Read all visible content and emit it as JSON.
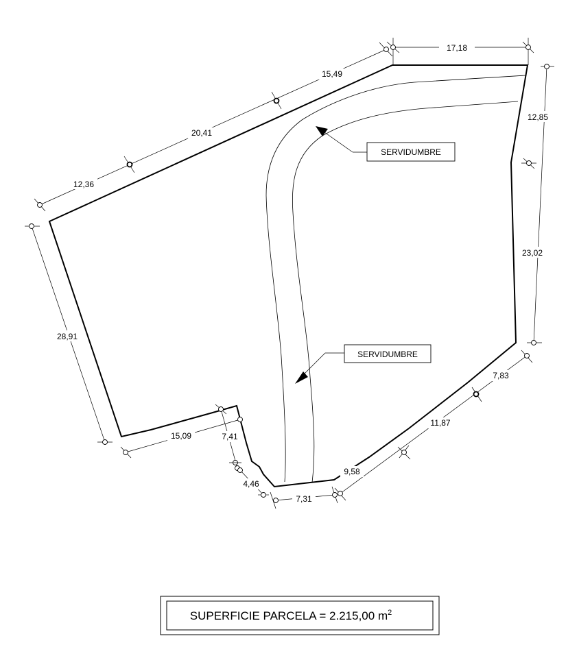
{
  "plan": {
    "dimensions": {
      "d1": "17,18",
      "d2": "15,49",
      "d3": "20,41",
      "d4": "12,36",
      "d5": "28,91",
      "d6": "12,85",
      "d7": "23,02",
      "d8": "7,83",
      "d9": "11,87",
      "d10": "9,58",
      "d11": "7,31",
      "d12": "4,46",
      "d13": "7,41",
      "d14": "15,09"
    },
    "labels": {
      "servidumbre_top": "SERVIDUMBRE",
      "servidumbre_bottom": "SERVIDUMBRE"
    },
    "area": {
      "text": "SUPERFICIE PARCELA = 2.215,00 m",
      "superscript": "2"
    }
  }
}
